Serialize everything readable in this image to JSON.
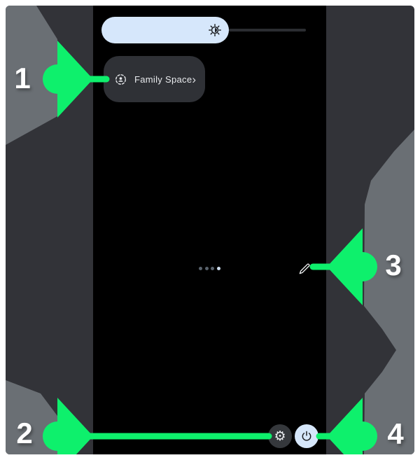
{
  "callouts": {
    "items": [
      {
        "number": "1",
        "target": "family-space-button"
      },
      {
        "number": "2",
        "target": "settings-button"
      },
      {
        "number": "3",
        "target": "edit-button"
      },
      {
        "number": "4",
        "target": "power-button"
      }
    ]
  },
  "phone": {
    "brightness_slider": {
      "icon": "brightness-icon",
      "value_percent": 55
    },
    "family_space": {
      "label": "Family Space",
      "chevron": "›",
      "icon": "supervised-user-icon"
    },
    "page_dots": {
      "count": 4,
      "active_index": 3
    },
    "edit": {
      "icon": "pencil-icon"
    },
    "settings": {
      "icon": "gear-icon",
      "glyph": "⚙"
    },
    "power": {
      "icon": "power-icon"
    }
  },
  "colors": {
    "callout_green": "#0ef06c",
    "backdrop_dark": "#323338",
    "backdrop_gray": "#6a6f74",
    "phone_background": "#000000",
    "accent_lightblue": "#d6e7fb",
    "chip_background": "#2f3136",
    "text_light": "#e8eaed"
  }
}
